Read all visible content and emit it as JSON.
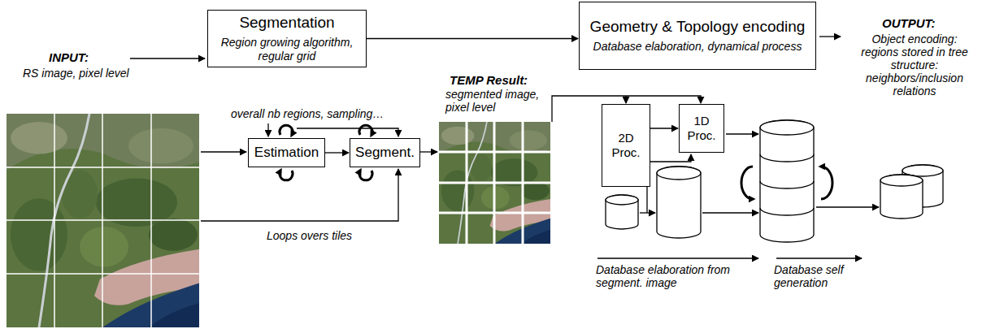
{
  "diagram": {
    "nodes": [
      {
        "text": [
          "Segmentation",
          "Region growing algorithm, regular grid"
        ]
      },
      {
        "text": [
          "Geometry & Topology encoding",
          "Database elaboration, dynamical process"
        ]
      },
      {
        "text": [
          "Estimation"
        ]
      },
      {
        "text": [
          "Segment."
        ]
      },
      {
        "text": [
          "2D Proc."
        ]
      },
      {
        "text": [
          "1D Proc."
        ]
      }
    ],
    "edges": [
      {
        "from": 0,
        "to": 1,
        "arrow": "to"
      },
      {
        "from": 2,
        "to": 3,
        "arrow": "to"
      },
      {
        "from": 4,
        "to": 5,
        "arrow": "to"
      }
    ],
    "labels": [
      "INPUT:",
      "RS image, pixel level",
      "OUTPUT:",
      "Object encoding: regions stored in tree structure: neighbors/inclusion relations",
      "overall nb regions, sampling…",
      "Loops overs tiles",
      "TEMP Result:",
      "segmented image, pixel level",
      "Database elaboration from segment. image",
      "Database self generation"
    ]
  }
}
